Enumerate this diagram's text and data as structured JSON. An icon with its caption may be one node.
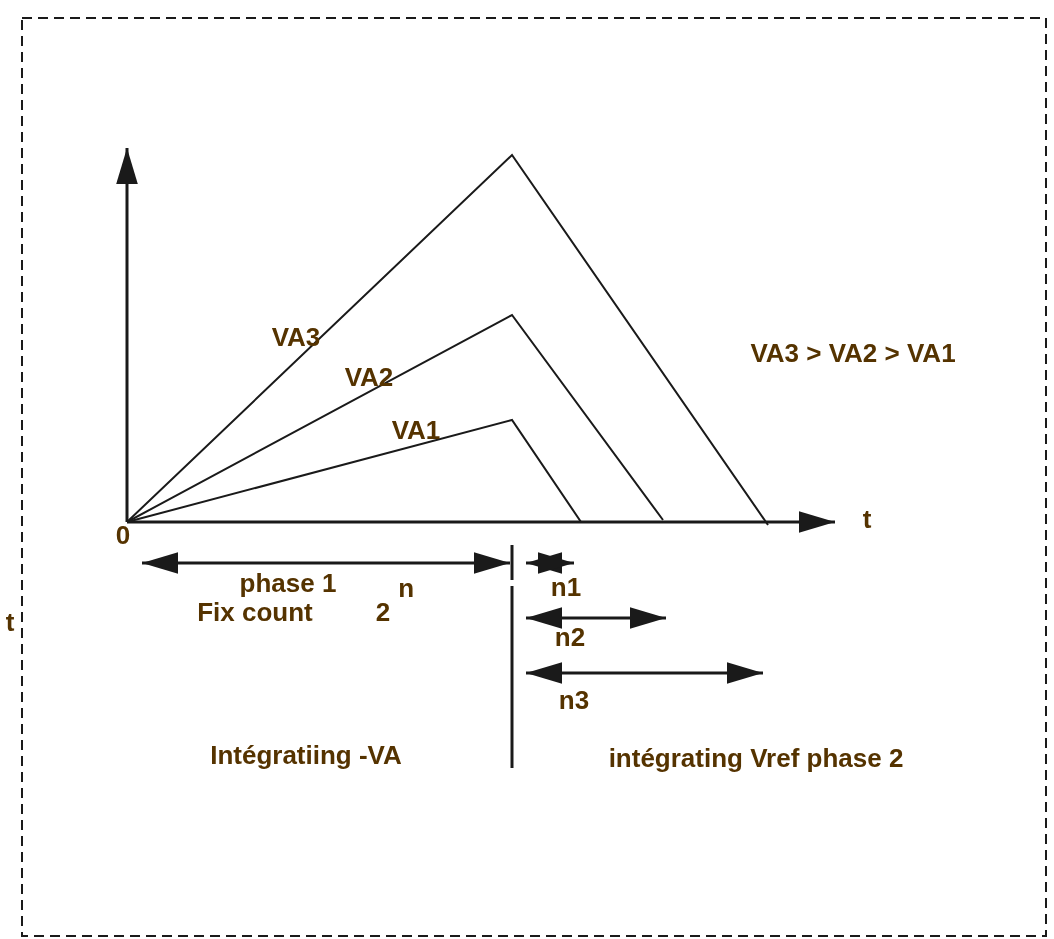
{
  "diagram": {
    "labels": [
      "VA3",
      "VA2",
      "VA1",
      "VA3 > VA2 > VA1",
      "0",
      "t",
      "phase 1",
      "Fix count",
      "2$^{n}$",
      "n1",
      "n2",
      "n3",
      "Intégratiing -VA",
      "intégrating Vref phase 2",
      "t"
    ]
  }
}
